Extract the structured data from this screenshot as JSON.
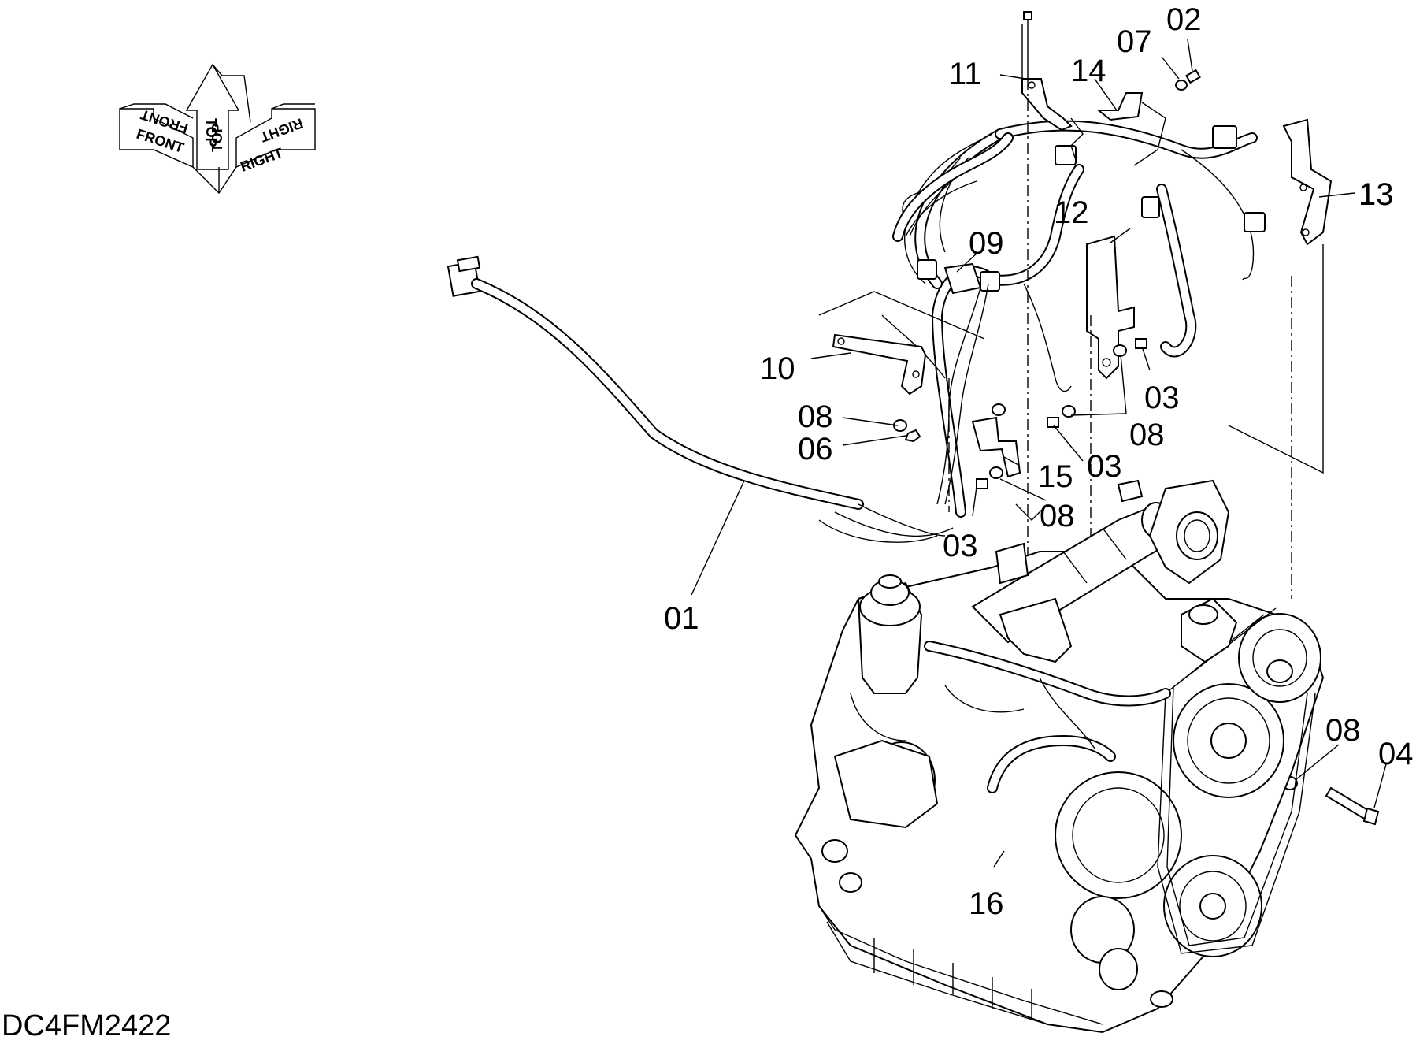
{
  "diagram": {
    "code": "DC4FM2422",
    "orientation_indicator": {
      "front": "FRONT",
      "top": "TOP",
      "right": "RIGHT"
    },
    "callouts": [
      {
        "id": "c01",
        "label": "01"
      },
      {
        "id": "c02",
        "label": "02"
      },
      {
        "id": "c03a",
        "label": "03"
      },
      {
        "id": "c03b",
        "label": "03"
      },
      {
        "id": "c03c",
        "label": "03"
      },
      {
        "id": "c04",
        "label": "04"
      },
      {
        "id": "c06",
        "label": "06"
      },
      {
        "id": "c07",
        "label": "07"
      },
      {
        "id": "c08a",
        "label": "08"
      },
      {
        "id": "c08b",
        "label": "08"
      },
      {
        "id": "c08c",
        "label": "08"
      },
      {
        "id": "c08d",
        "label": "08"
      },
      {
        "id": "c09",
        "label": "09"
      },
      {
        "id": "c10",
        "label": "10"
      },
      {
        "id": "c11",
        "label": "11"
      },
      {
        "id": "c12",
        "label": "12"
      },
      {
        "id": "c13",
        "label": "13"
      },
      {
        "id": "c14",
        "label": "14"
      },
      {
        "id": "c15",
        "label": "15"
      },
      {
        "id": "c16",
        "label": "16"
      }
    ]
  }
}
